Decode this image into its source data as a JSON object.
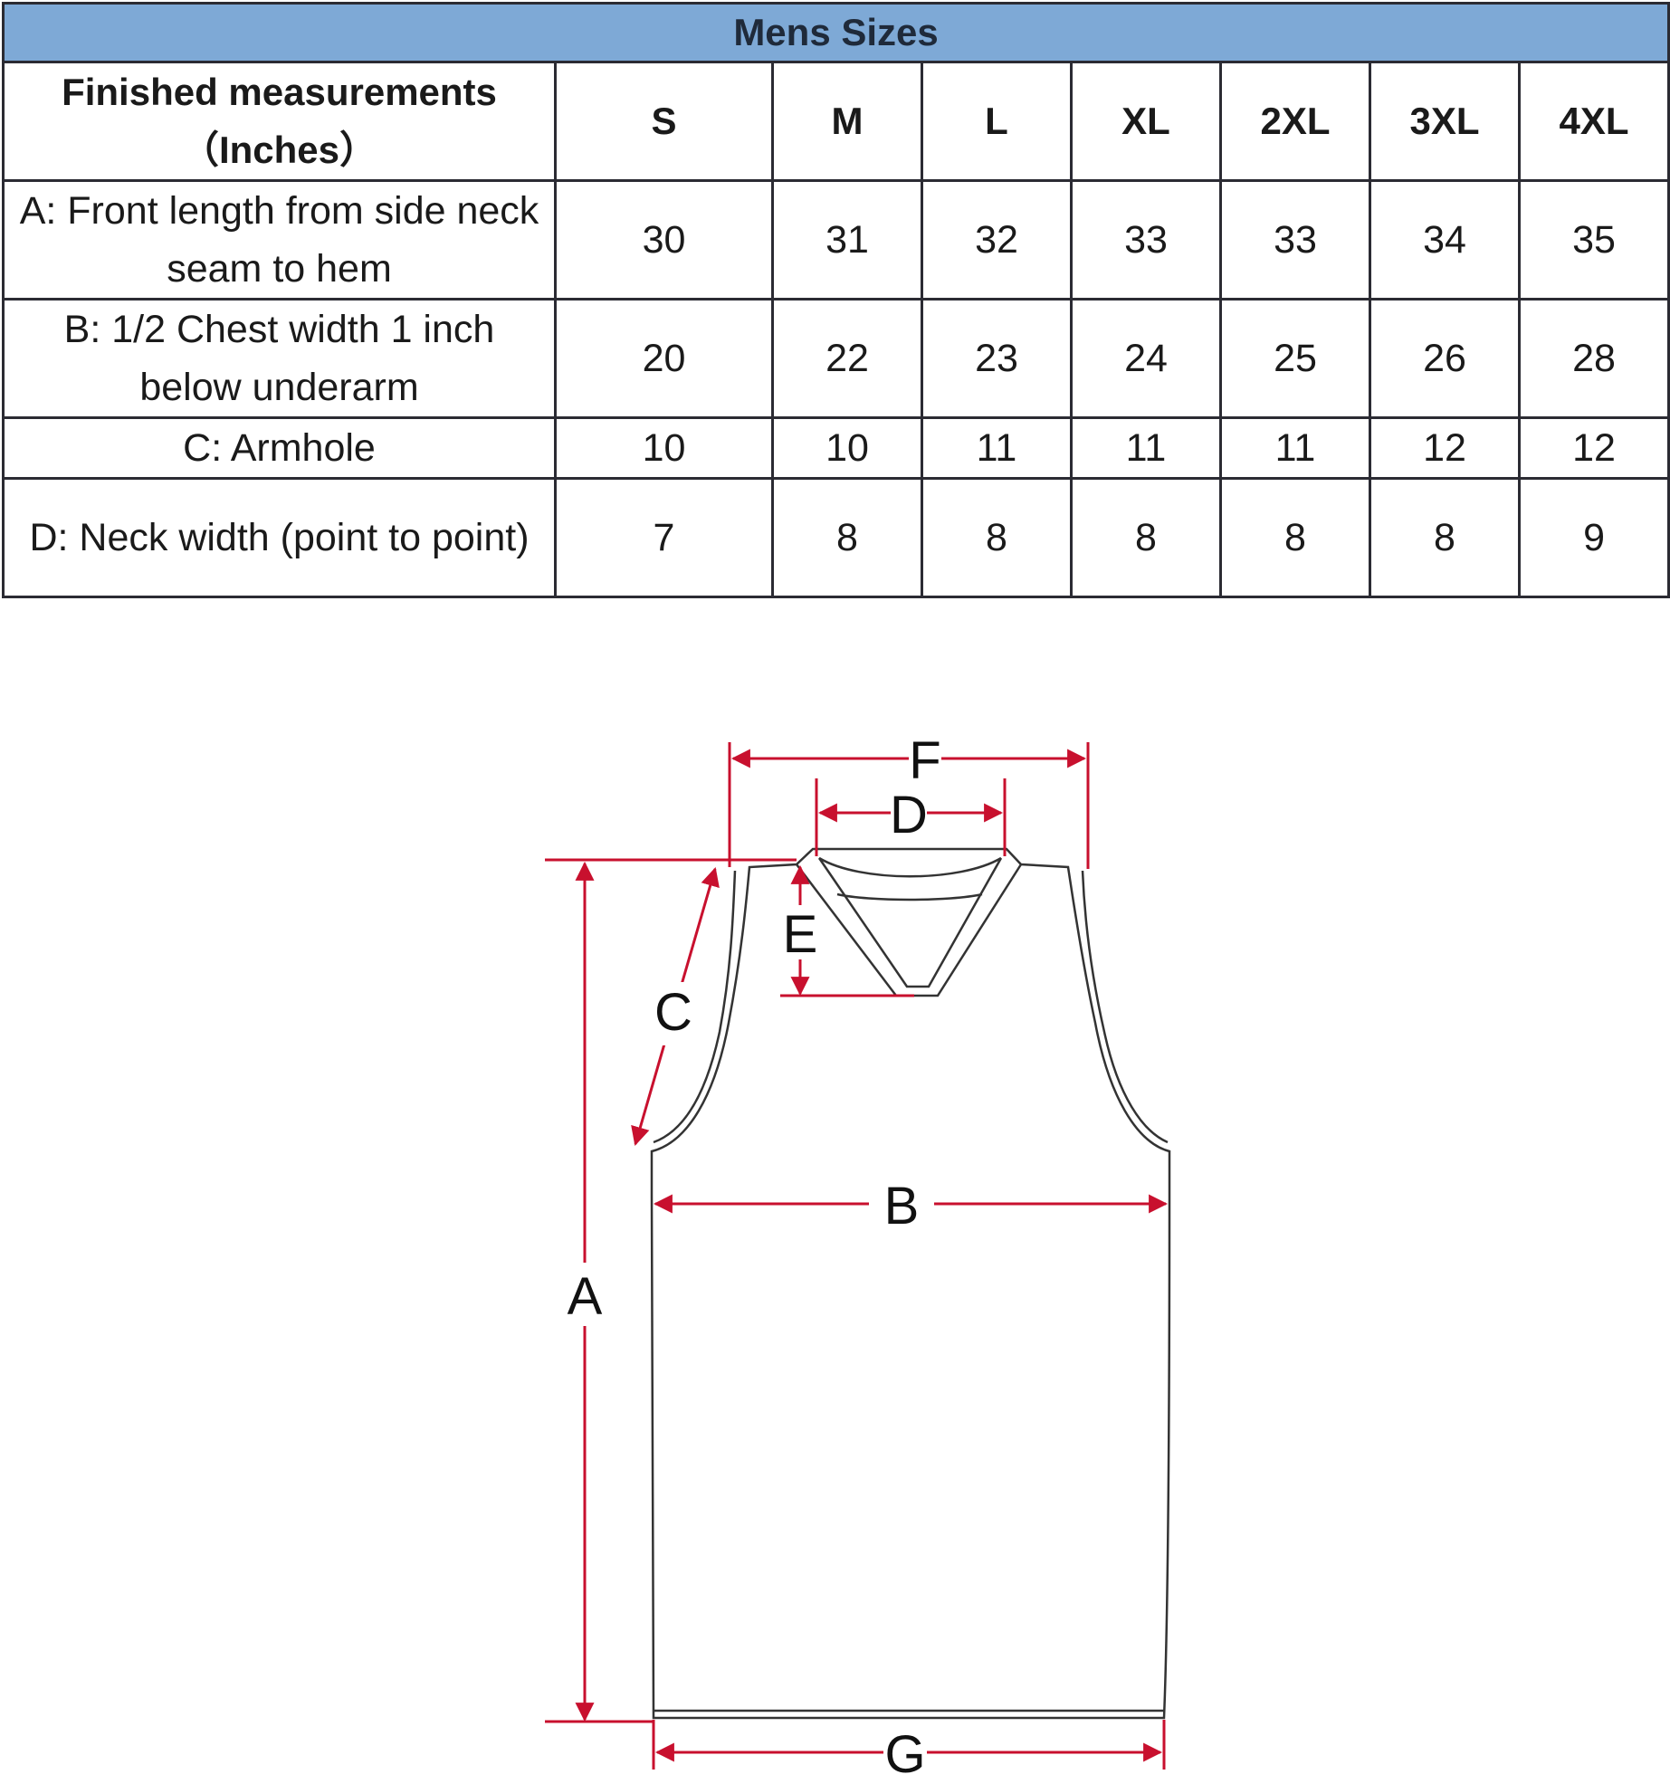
{
  "table": {
    "title": "Mens Sizes",
    "header_label_line1": "Finished measurements",
    "header_label_line2": "（Inches）",
    "sizes": [
      "S",
      "M",
      "L",
      "XL",
      "2XL",
      "3XL",
      "4XL"
    ],
    "rows": [
      {
        "label_line1": "A: Front length from side neck",
        "label_line2": "seam to hem",
        "values": [
          "30",
          "31",
          "32",
          "33",
          "33",
          "34",
          "35"
        ]
      },
      {
        "label_line1": "B: 1/2 Chest width 1 inch",
        "label_line2": "below underarm",
        "values": [
          "20",
          "22",
          "23",
          "24",
          "25",
          "26",
          "28"
        ]
      },
      {
        "label_line1": "C: Armhole",
        "label_line2": "",
        "values": [
          "10",
          "10",
          "11",
          "11",
          "11",
          "12",
          "12"
        ]
      },
      {
        "label_line1": "D: Neck width (point to point)",
        "label_line2": "",
        "values": [
          "7",
          "8",
          "8",
          "8",
          "8",
          "8",
          "9"
        ]
      }
    ]
  },
  "diagram": {
    "labels": {
      "a": "A",
      "b": "B",
      "c": "C",
      "d": "D",
      "e": "E",
      "f": "F",
      "g": "G"
    },
    "colors": {
      "dimension_line": "#c8102e",
      "garment_outline": "#333333"
    }
  }
}
